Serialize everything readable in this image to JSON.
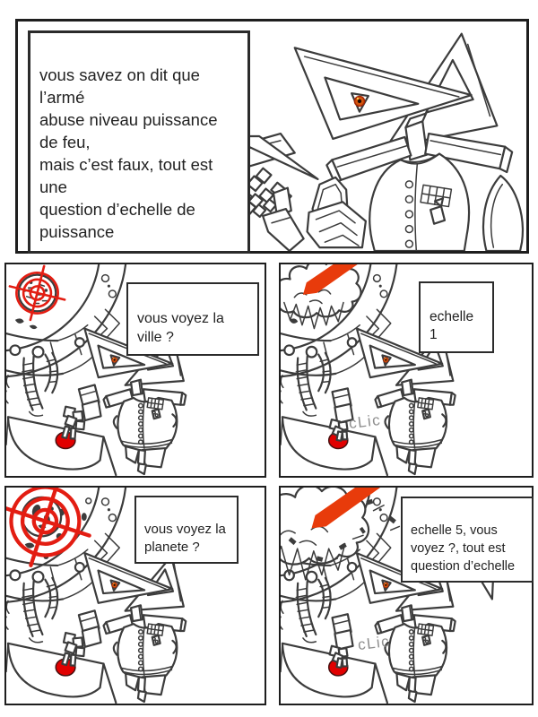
{
  "comic": {
    "panel1": {
      "bubble": "vous savez on dit que l’armé\nabuse niveau puissance de feu,\nmais c’est faux, tout est une\nquestion d’echelle de puissance"
    },
    "panel2": {
      "bubble": "vous voyez la ville ?"
    },
    "panel3": {
      "bubble": "echelle 1",
      "sfx": "cLic"
    },
    "panel4": {
      "bubble": "vous voyez la\nplanete ?"
    },
    "panel5": {
      "bubble": "echelle 5, vous\nvoyez ?, tout est\nquestion d’echelle",
      "sfx": "cLic"
    },
    "colors": {
      "ink": "#3c3c3c",
      "laser": "#e83b0b",
      "crosshair": "#e31d12",
      "button": "#e10000",
      "eye_iris": "#d4560e",
      "sfx": "#8f8f8f"
    }
  }
}
